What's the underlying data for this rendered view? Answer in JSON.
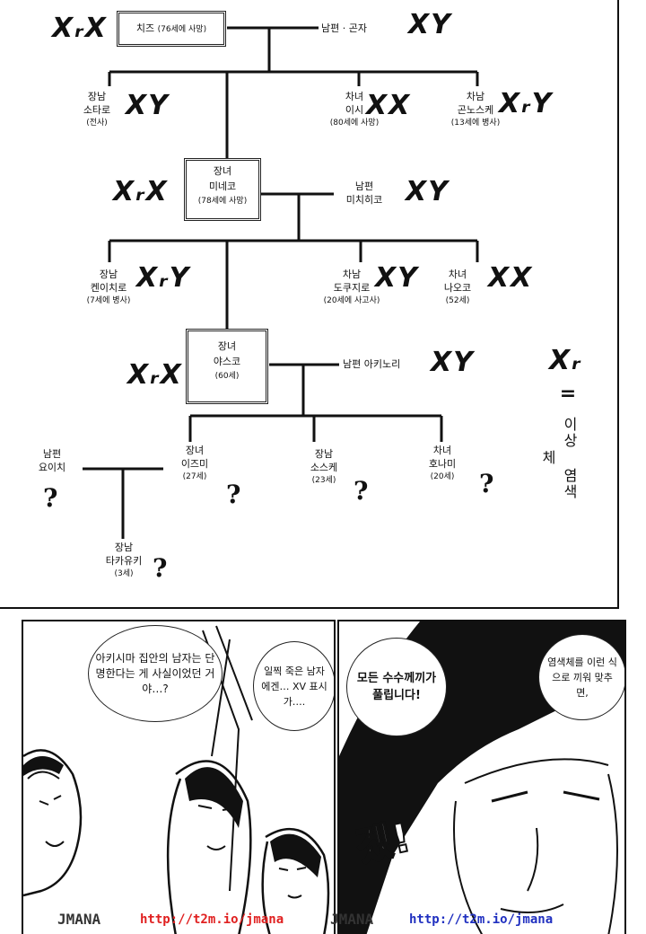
{
  "tree": {
    "gen1": {
      "root": {
        "name": "치즈",
        "note": "(76세에 사망)",
        "chrom": "XᵣX"
      },
      "spouse": {
        "label": "남편 · 곤자",
        "chrom": "XY"
      }
    },
    "gen1_children": [
      {
        "role": "장남",
        "name": "소타로",
        "note": "(전사)",
        "chrom": "XY"
      },
      {
        "role": "차녀",
        "name": "이시",
        "note": "(80세에 사망)",
        "chrom": "XX"
      },
      {
        "role": "차남",
        "name": "곤노스케",
        "note": "(13세에 병사)",
        "chrom": "XᵣY"
      }
    ],
    "gen2": {
      "root": {
        "role": "장녀",
        "name": "미네코",
        "note": "(78세에 사망)",
        "chrom": "XᵣX"
      },
      "spouse": {
        "role": "남편",
        "name": "미치히코",
        "chrom": "XY"
      }
    },
    "gen2_children": [
      {
        "role": "장남",
        "name": "켄이치로",
        "note": "(7세에 병사)",
        "chrom": "XᵣY"
      },
      {
        "role": "차남",
        "name": "도쿠지로",
        "note": "(20세에 사고사)",
        "chrom": "XY"
      },
      {
        "role": "차녀",
        "name": "나오코",
        "note": "(52세)",
        "chrom": "XX"
      }
    ],
    "gen3": {
      "root": {
        "role": "장녀",
        "name": "야스코",
        "note": "(60세)",
        "chrom": "XᵣX"
      },
      "spouse": {
        "label": "남편 아키노리",
        "chrom": "XY"
      }
    },
    "gen3_children": [
      {
        "role": "장녀",
        "name": "이즈미",
        "note": "(27세)",
        "chrom": "?"
      },
      {
        "role": "장남",
        "name": "소스케",
        "note": "(23세)",
        "chrom": "?"
      },
      {
        "role": "차녀",
        "name": "호나미",
        "note": "(20세)",
        "chrom": "?"
      }
    ],
    "side": {
      "husband": {
        "role": "남편",
        "name": "요이치",
        "chrom": "?"
      },
      "child": {
        "role": "장남",
        "name": "타카유키",
        "note": "(3세)",
        "chrom": "?"
      }
    },
    "legend": {
      "symbol": "Xᵣ",
      "eq": "=",
      "text": "이상 염색체"
    }
  },
  "panels": {
    "left": {
      "bubble1": "아키시마 집안의 남자는 단명한다는 게 사실이었던 거야…?",
      "bubble2": "일찍 죽은 남자에겐… XV 표시가…."
    },
    "right": {
      "bubble1": "모든 수수께끼가 풀립니다!",
      "bubble2": "염색체를 이런 식으로 끼워 맞추면,",
      "sfx": "겠!"
    },
    "watermarks": [
      {
        "brand": "JMANA",
        "url": "http://t2m.io/jmana",
        "color": "#e02020"
      },
      {
        "brand": "JMANA",
        "url": "http://t2m.io/jmana",
        "color": "#2030c0"
      }
    ]
  }
}
